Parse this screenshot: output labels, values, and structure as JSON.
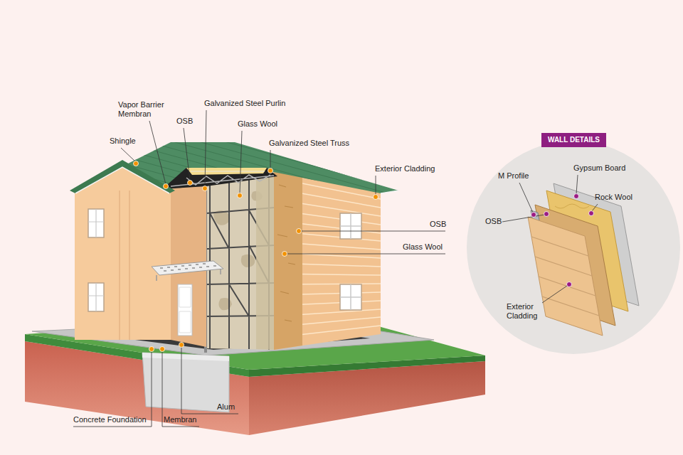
{
  "diagram": {
    "nodes": [
      {
        "text": [
          "WALL DETAILS"
        ]
      }
    ],
    "labels": [
      "Vapor Barrier Membran",
      "OSB",
      "Galvanized Steel Purlin",
      "Glass Wool",
      "Galvanized Steel Truss",
      "Shingle",
      "Exterior Cladding",
      "OSB",
      "Glass Wool",
      "Alum",
      "Concrete Foundation",
      "Membran",
      "M Profile",
      "Gypsum Board",
      "OSB",
      "Rock Wool",
      "Exterior Cladding"
    ]
  }
}
